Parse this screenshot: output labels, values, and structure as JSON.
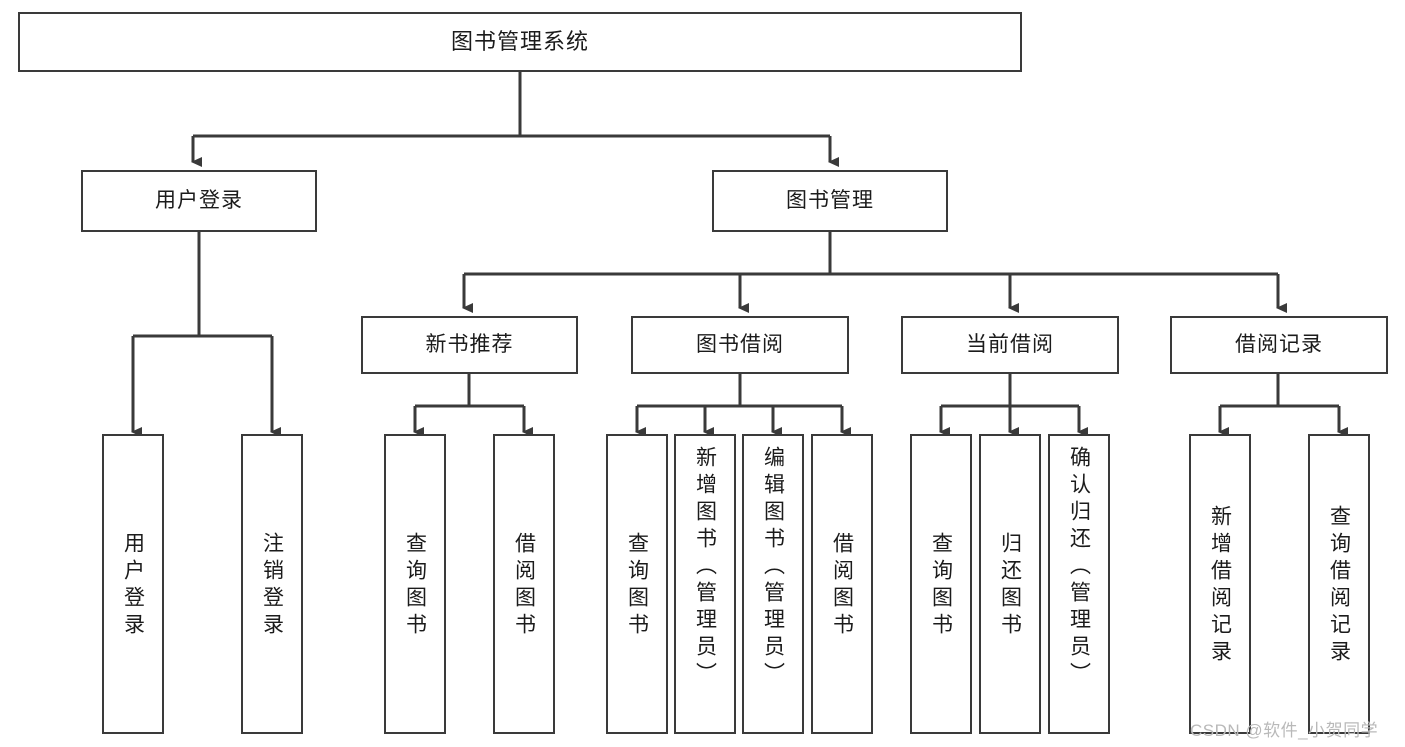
{
  "diagram": {
    "type": "tree-hierarchy",
    "title": "图书管理系统",
    "stroke_color": "#3a3a3a",
    "text_color": "#1b1b1b",
    "background": "#ffffff",
    "root": {
      "id": "root",
      "label": "图书管理系统",
      "orientation": "horizontal"
    },
    "level1": [
      {
        "id": "user-login",
        "label": "用户登录",
        "orientation": "horizontal"
      },
      {
        "id": "book-manage",
        "label": "图书管理",
        "orientation": "horizontal"
      }
    ],
    "level2": [
      {
        "id": "new-book-recommend",
        "label": "新书推荐",
        "orientation": "horizontal",
        "parent": "book-manage"
      },
      {
        "id": "book-borrow",
        "label": "图书借阅",
        "orientation": "horizontal",
        "parent": "book-manage"
      },
      {
        "id": "current-borrow",
        "label": "当前借阅",
        "orientation": "horizontal",
        "parent": "book-manage"
      },
      {
        "id": "borrow-record",
        "label": "借阅记录",
        "orientation": "horizontal",
        "parent": "book-manage"
      }
    ],
    "leaves": [
      {
        "id": "leaf-user-login",
        "label": "用户登录",
        "orientation": "vertical",
        "parent": "user-login"
      },
      {
        "id": "leaf-logout",
        "label": "注销登录",
        "orientation": "vertical",
        "parent": "user-login"
      },
      {
        "id": "leaf-query-book-1",
        "label": "查询图书",
        "orientation": "vertical",
        "parent": "new-book-recommend"
      },
      {
        "id": "leaf-borrow-book-1",
        "label": "借阅图书",
        "orientation": "vertical",
        "parent": "new-book-recommend"
      },
      {
        "id": "leaf-query-book-2",
        "label": "查询图书",
        "orientation": "vertical",
        "parent": "book-borrow"
      },
      {
        "id": "leaf-add-book",
        "label": "新增图书（管理员）",
        "orientation": "vertical",
        "parent": "book-borrow"
      },
      {
        "id": "leaf-edit-book",
        "label": "编辑图书（管理员）",
        "orientation": "vertical",
        "parent": "book-borrow"
      },
      {
        "id": "leaf-borrow-book-2",
        "label": "借阅图书",
        "orientation": "vertical",
        "parent": "book-borrow"
      },
      {
        "id": "leaf-query-book-3",
        "label": "查询图书",
        "orientation": "vertical",
        "parent": "current-borrow"
      },
      {
        "id": "leaf-return-book",
        "label": "归还图书",
        "orientation": "vertical",
        "parent": "current-borrow"
      },
      {
        "id": "leaf-confirm-return",
        "label": "确认归还（管理员）",
        "orientation": "vertical",
        "parent": "current-borrow"
      },
      {
        "id": "leaf-add-record",
        "label": "新增借阅记录",
        "orientation": "vertical",
        "parent": "borrow-record"
      },
      {
        "id": "leaf-query-record",
        "label": "查询借阅记录",
        "orientation": "vertical",
        "parent": "borrow-record"
      }
    ]
  },
  "watermark": {
    "text": "CSDN @软件_小贺同学"
  }
}
